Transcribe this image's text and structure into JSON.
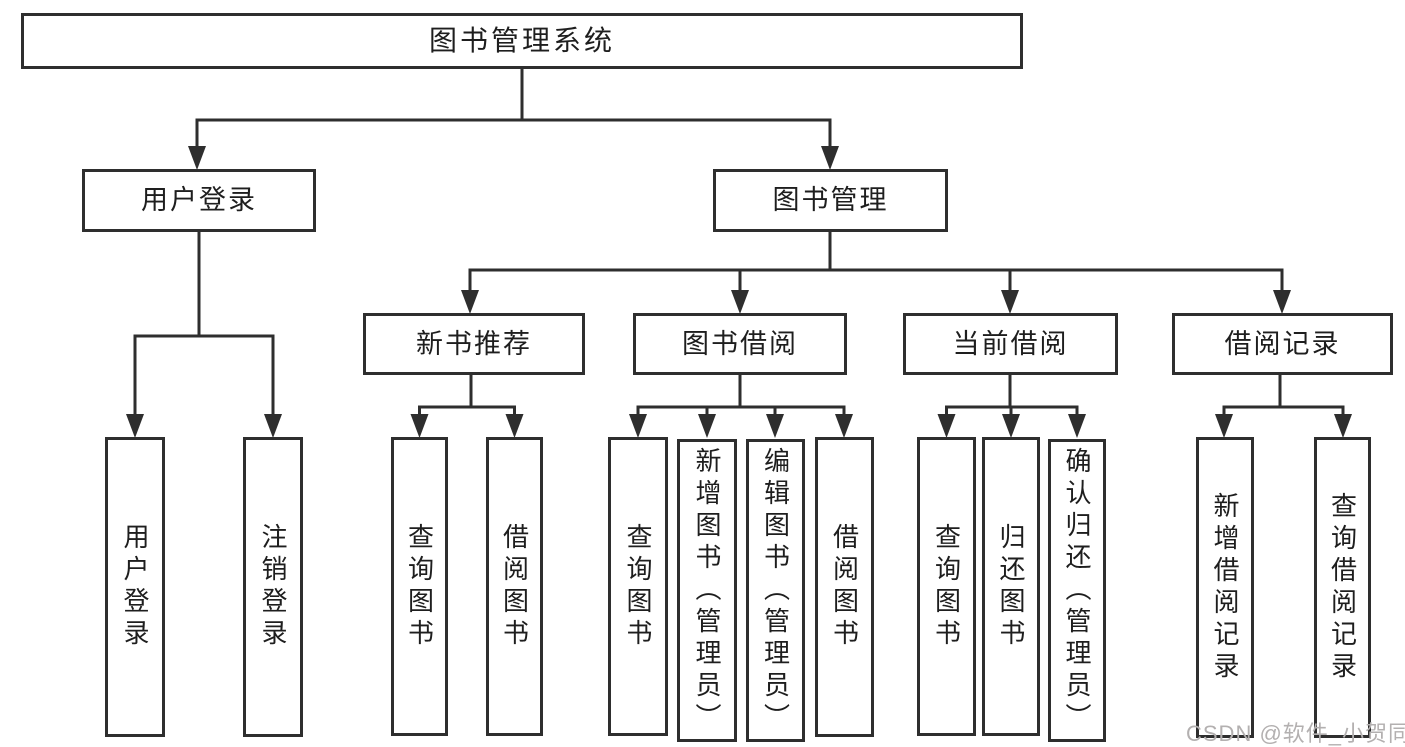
{
  "colors": {
    "line": "#2e2e2e",
    "border": "#2e2e2e",
    "text": "#1e1e1e",
    "watermark": "#b3b0b0"
  },
  "tree": {
    "root": {
      "label": "图书管理系统",
      "children": [
        {
          "label": "用户登录",
          "children": [
            {
              "label": "用户登录"
            },
            {
              "label": "注销登录"
            }
          ]
        },
        {
          "label": "图书管理",
          "children": [
            {
              "label": "新书推荐",
              "children": [
                {
                  "label": "查询图书"
                },
                {
                  "label": "借阅图书"
                }
              ]
            },
            {
              "label": "图书借阅",
              "children": [
                {
                  "label": "查询图书"
                },
                {
                  "label": "新增图书（管理员）"
                },
                {
                  "label": "编辑图书（管理员）"
                },
                {
                  "label": "借阅图书"
                }
              ]
            },
            {
              "label": "当前借阅",
              "children": [
                {
                  "label": "查询图书"
                },
                {
                  "label": "归还图书"
                },
                {
                  "label": "确认归还（管理员）"
                }
              ]
            },
            {
              "label": "借阅记录",
              "children": [
                {
                  "label": "新增借阅记录"
                },
                {
                  "label": "查询借阅记录"
                }
              ]
            }
          ]
        }
      ]
    }
  },
  "watermark": "CSDN @软件_小贺同学"
}
